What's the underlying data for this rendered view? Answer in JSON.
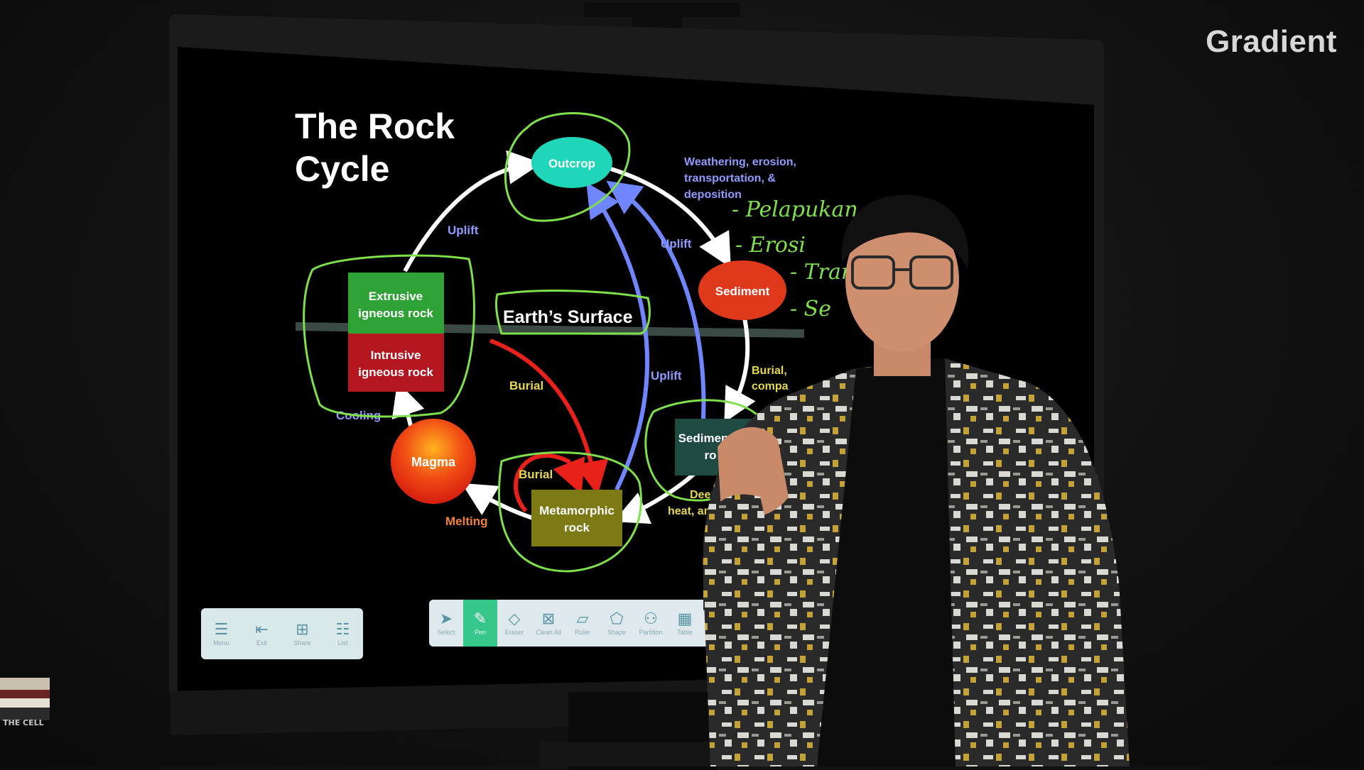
{
  "watermark": "Gradient",
  "diagram": {
    "title_line1": "The Rock",
    "title_line2": "Cycle",
    "nodes": {
      "outcrop": "Outcrop",
      "sediment": "Sediment",
      "extrusive_1": "Extrusive",
      "extrusive_2": "igneous rock",
      "intrusive_1": "Intrusive",
      "intrusive_2": "igneous rock",
      "magma": "Magma",
      "metamorphic_1": "Metamorphic",
      "metamorphic_2": "rock",
      "sedimentary_1": "Sedimen",
      "sedimentary_2": "ro",
      "earth_surface": "Earth’s Surface"
    },
    "labels": {
      "uplift_left": "Uplift",
      "uplift_right": "Uplift",
      "uplift_center": "Uplift",
      "weathering_1": "Weathering, erosion,",
      "weathering_2": "transportation, &",
      "weathering_3": "deposition",
      "burial_center": "Burial",
      "burial_low": "Burial",
      "burial_right_1": "Burial,",
      "burial_right_2": "compa",
      "cooling": "Cooling",
      "melting": "Melting",
      "deep_1": "Deep",
      "deep_2": "heat, an"
    },
    "handwriting": [
      "- Pelapukan",
      "- Erosi",
      "- Tran",
      "- Se"
    ],
    "colors": {
      "outcrop": "#1fd6b8",
      "sediment": "#e0381a",
      "extrusive": "#2fa236",
      "intrusive": "#b3161f",
      "metamorphic": "#7d7a15",
      "sedimentary": "#1f4a42",
      "uplift_arrow": "#6f86ff",
      "burial_arrow": "#e8211b",
      "handwriting": "#7ee04a"
    }
  },
  "toolbar_left": [
    {
      "icon": "menu-icon",
      "label": "Menu"
    },
    {
      "icon": "exit-icon",
      "label": "Exit"
    },
    {
      "icon": "share-icon",
      "label": "Share"
    },
    {
      "icon": "list-icon",
      "label": "List"
    }
  ],
  "toolbar_main": [
    {
      "icon": "select-icon",
      "label": "Select"
    },
    {
      "icon": "pen-icon",
      "label": "Pen"
    },
    {
      "icon": "eraser-icon",
      "label": "Eraser"
    },
    {
      "icon": "clear-all-icon",
      "label": "Clean All"
    },
    {
      "icon": "ruler-icon",
      "label": "Ruler"
    },
    {
      "icon": "shape-icon",
      "label": "Shape"
    },
    {
      "icon": "partition-icon",
      "label": "Partition"
    },
    {
      "icon": "table-icon",
      "label": "Table"
    }
  ],
  "books_label": "THE CELL"
}
